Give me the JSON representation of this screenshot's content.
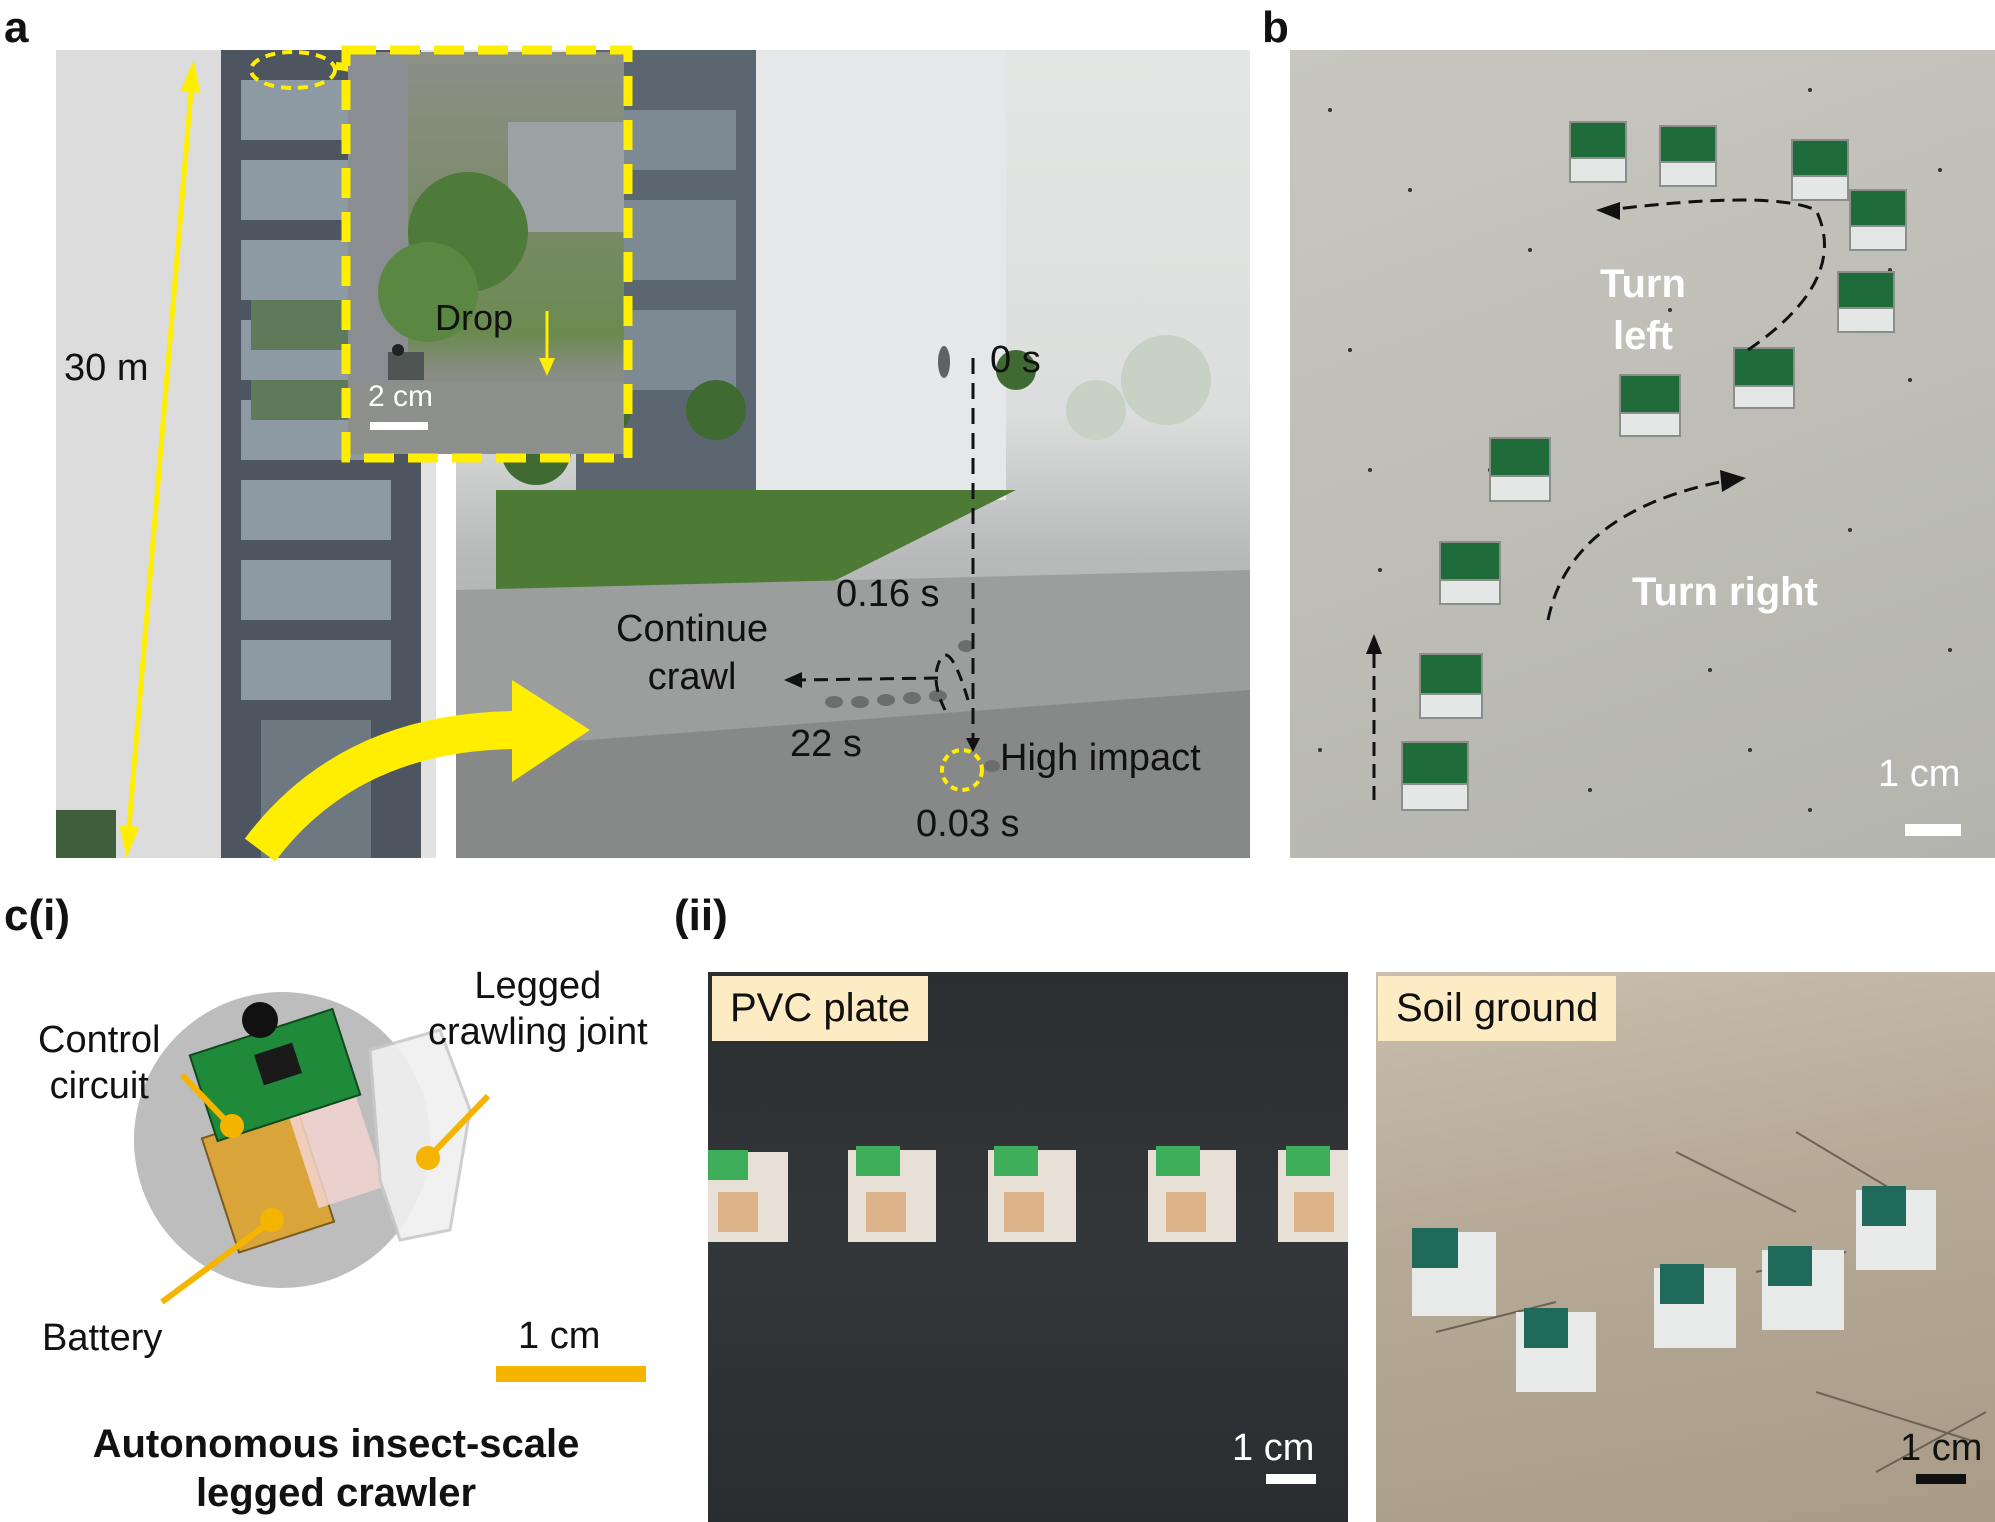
{
  "panels": {
    "a": {
      "letter": "a",
      "height_label": "30 m",
      "inset_drop": "Drop",
      "inset_scale": "2 cm",
      "t0": "0 s",
      "t1": "0.16 s",
      "continue": "Continue\ncrawl",
      "t_22": "22 s",
      "impact": "High impact",
      "t_003": "0.03 s"
    },
    "b": {
      "letter": "b",
      "turn_left": "Turn\nleft",
      "turn_right": "Turn right",
      "scale": "1 cm"
    },
    "c_i": {
      "letter": "c(i)",
      "control": "Control\ncircuit",
      "joint": "Legged\ncrawling joint",
      "battery": "Battery",
      "scale": "1 cm",
      "caption": "Autonomous insect-scale\nlegged crawler"
    },
    "c_ii": {
      "letter": "(ii)",
      "pvc": "PVC plate",
      "soil": "Soil ground",
      "pvc_scale": "1 cm",
      "soil_scale": "1 cm"
    }
  },
  "colors": {
    "highlight": "#ffee00",
    "orange": "#f4b400",
    "tag_bg": "#fdebc4"
  }
}
